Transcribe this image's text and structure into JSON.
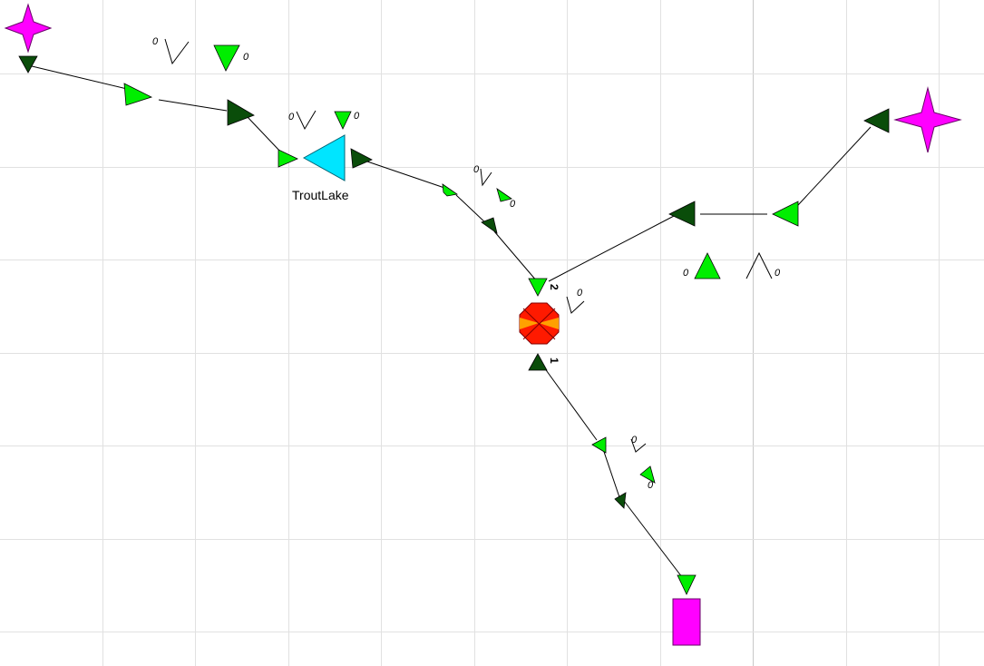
{
  "colors": {
    "background": "#ffffff",
    "grid": "#e1e1e1",
    "grid_major": "#c8c8c8",
    "link": "#000000",
    "terminal": "#ff00ff",
    "reservoir": "#00e5ff",
    "flow_light": "#00ee00",
    "flow_dark": "#0a4d0a",
    "junction_red": "#ff1a00",
    "junction_orange": "#ffa000"
  },
  "reservoir": {
    "label": "TroutLake",
    "icon": "reservoir-triangle-icon"
  },
  "junction": {
    "icon": "junction-node-icon",
    "port_top": "2",
    "port_bottom": "1"
  },
  "indicator_values": {
    "upper_left": "0",
    "upper_left_b": "0",
    "troutlake_a": "0",
    "troutlake_b": "0",
    "mid": "0",
    "mid_b": "0",
    "junction": "0",
    "right_a": "0",
    "right_b": "0",
    "lower_a": "0",
    "lower_b": "0"
  }
}
